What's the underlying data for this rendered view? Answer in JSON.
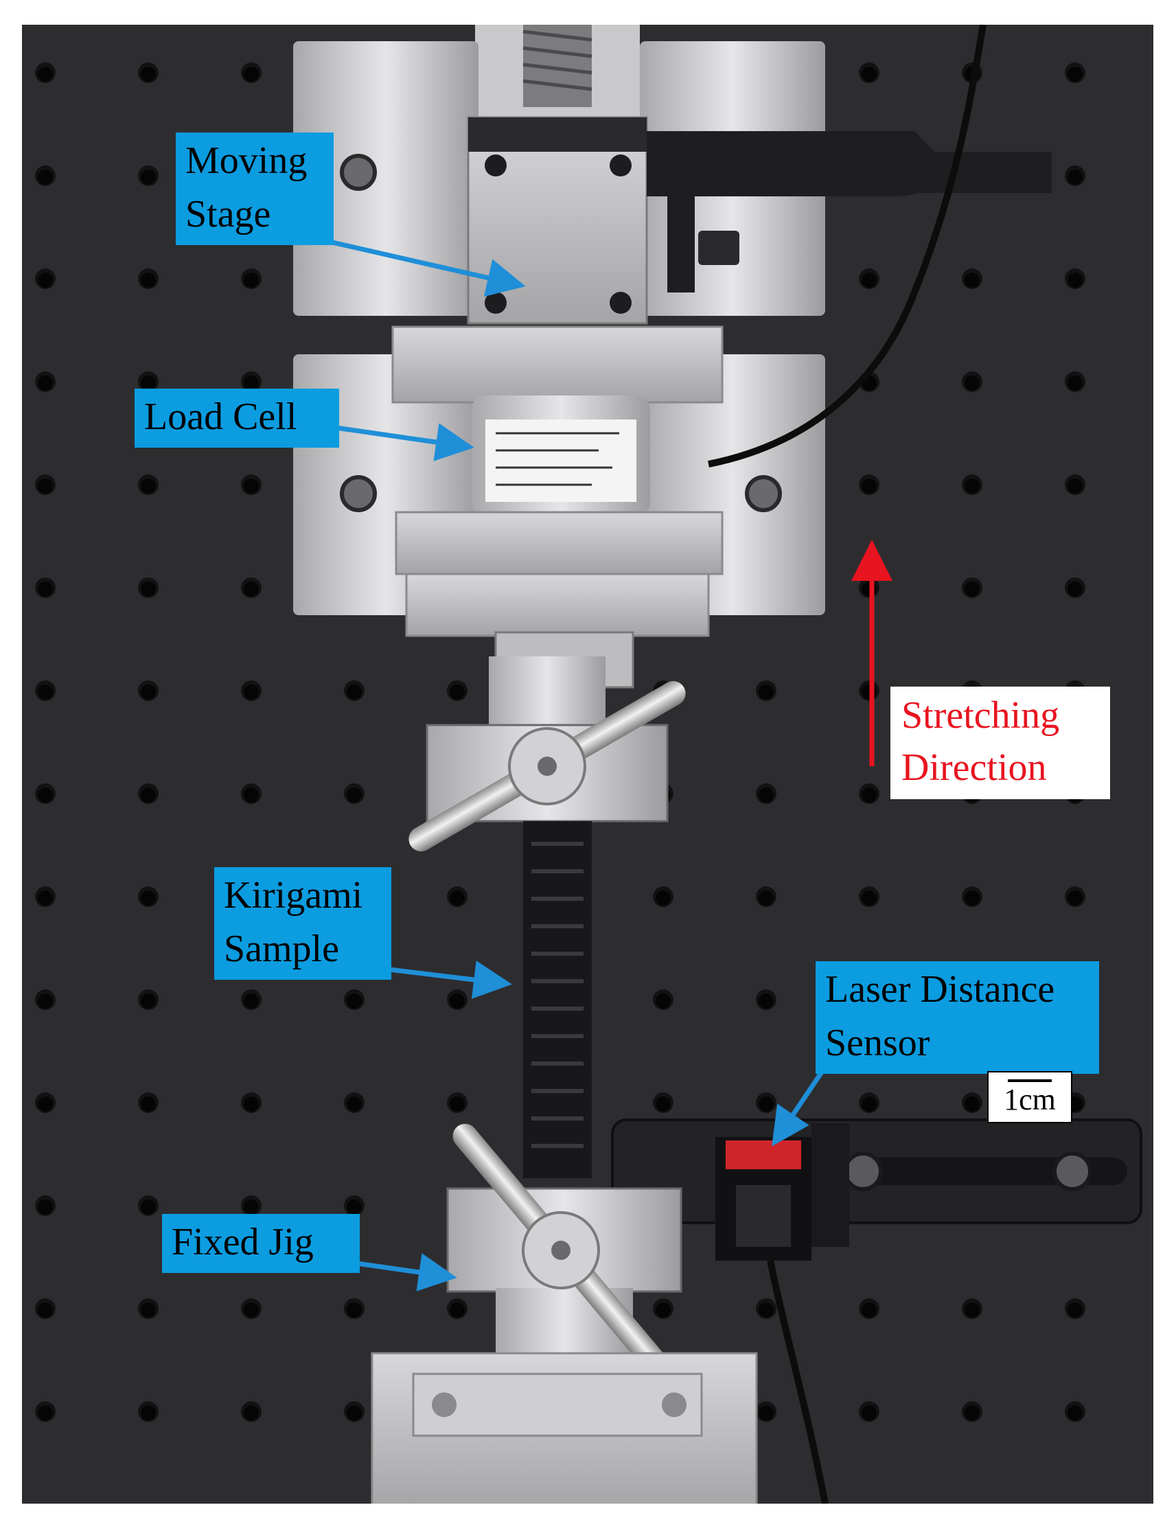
{
  "figure": {
    "callouts": {
      "moving_stage": "Moving\nStage",
      "load_cell": "Load Cell",
      "kirigami_sample": "Kirigami\nSample",
      "laser_sensor": "Laser Distance\nSensor",
      "fixed_jig": "Fixed Jig"
    },
    "stretching_direction": "Stretching\nDirection",
    "scale_bar": "1cm",
    "colors": {
      "callout_bg": "#0c9ce0",
      "callout_arrow": "#1f8fd8",
      "stretch_arrow": "#e8141f",
      "background_panel": "#2d2d30"
    }
  }
}
